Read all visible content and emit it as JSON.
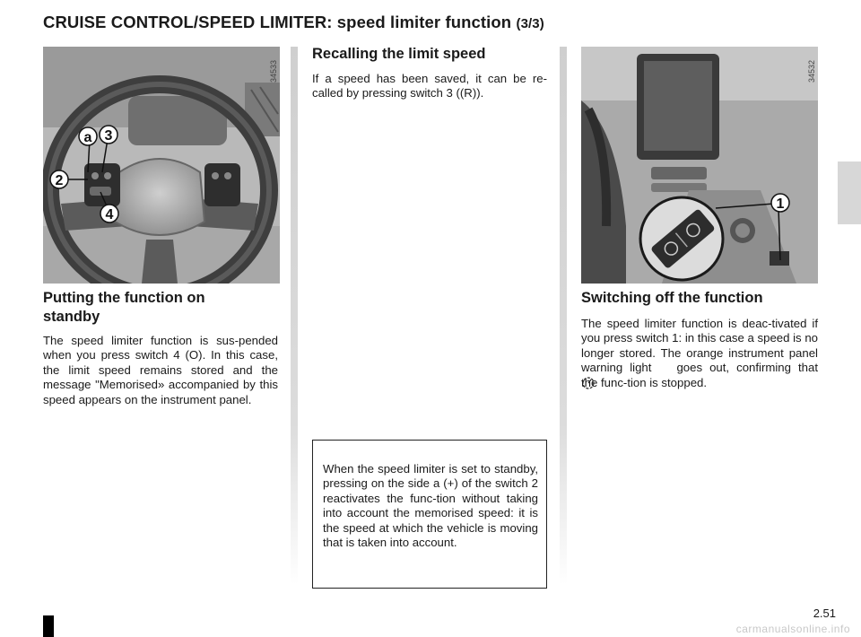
{
  "header": {
    "title": "CRUISE CONTROL/SPEED LIMITER: speed limiter function",
    "title_suffix": "(3/3)"
  },
  "left": {
    "photo_number": "34533",
    "callouts": [
      "a",
      "3",
      "2",
      "4"
    ],
    "heading": "Putting the function on standby",
    "body": "The speed limiter function is sus-pended when you press switch 4 (O). In this case, the limit speed remains stored and the message \"Memorised» accompanied by this speed appears on the instrument panel."
  },
  "middle": {
    "heading": "Recalling the limit speed",
    "body": "If a speed has been saved, it can be re-called by pressing switch 3 ((R)).",
    "note": "When the speed limiter is set to standby, pressing on the side a (+) of the switch 2 reactivates the func-tion without taking into account the memorised speed: it is the speed at which the vehicle is moving that is taken into account."
  },
  "right": {
    "photo_number": "34532",
    "callouts": [
      "1"
    ],
    "heading": "Switching off the function",
    "body": "The speed limiter function is deac-tivated if you press switch 1: in this case a speed is no longer stored. The orange instrument panel warning light goes out, confirming that the func-tion is stopped."
  },
  "footer": {
    "page_number": "2.51",
    "watermark": "carmanualsonline.info"
  }
}
